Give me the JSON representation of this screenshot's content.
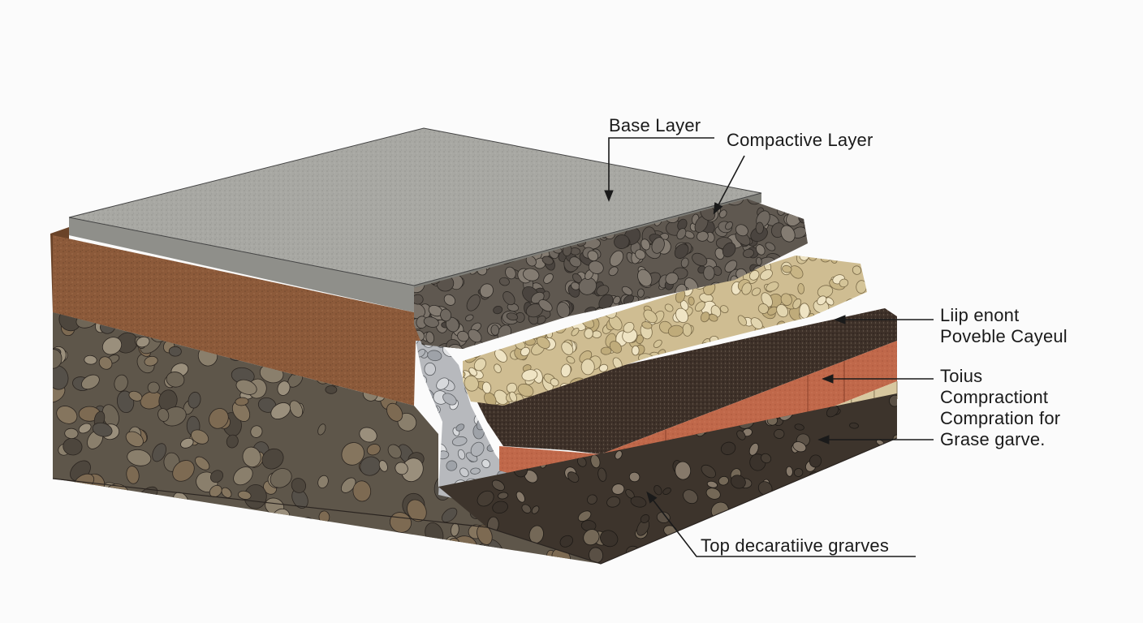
{
  "labels": {
    "base_layer": "Base Layer",
    "compactive_layer": "Compactive Layer",
    "lip_group": {
      "line1": "Liip enont",
      "line2": "Poveble Cayeul"
    },
    "toius_group": {
      "line1": "Toius",
      "line2": "Compractiont",
      "line3": "Compration for",
      "line4": "Grase garve."
    },
    "top_decorative": "Top decaratiive grarves"
  },
  "colors": {
    "background": "#fbfbfb",
    "concrete_slab": "#a8a8a3",
    "brown_soil": "#8c5a3a",
    "fieldstone": "#6f6657",
    "dark_gravel": "#6f6860",
    "tan_gravel": "#d9c9a0",
    "dark_aggregate": "#4a3a30",
    "terracotta": "#c0684a",
    "sand_block": "#d8c8a0",
    "leader_line": "#1a1a1a"
  }
}
